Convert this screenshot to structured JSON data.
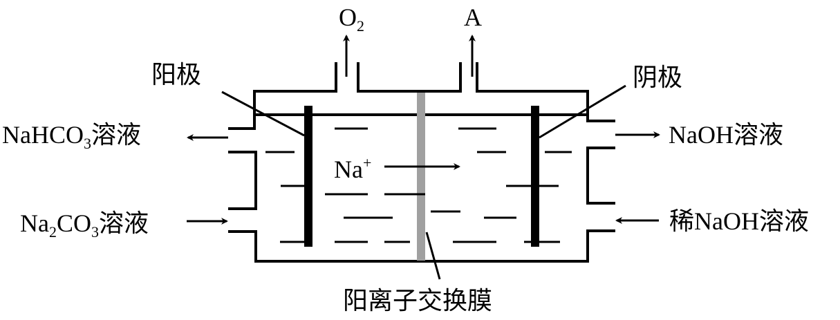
{
  "diagram": {
    "type": "electrolytic-cell",
    "colors": {
      "line": "#000000",
      "membrane": "#a0a0a0",
      "background": "#ffffff"
    },
    "labels": {
      "gas_left": {
        "main": "O",
        "sub": "2"
      },
      "gas_right": {
        "main": "A"
      },
      "anode": "阳极",
      "cathode": "阴极",
      "outlet_left": {
        "pre": "NaHCO",
        "sub": "3",
        "post": "溶液"
      },
      "inlet_left": {
        "pre": "Na",
        "sub1": "2",
        "mid": "CO",
        "sub2": "3",
        "post": "溶液"
      },
      "outlet_right": "NaOH溶液",
      "inlet_right": "稀NaOH溶液",
      "ion": {
        "main": "Na",
        "sup": "+"
      },
      "membrane": "阳离子交换膜"
    },
    "flows": [
      {
        "name": "NaHCO3 solution",
        "direction": "out",
        "side": "left"
      },
      {
        "name": "Na2CO3 solution",
        "direction": "in",
        "side": "left"
      },
      {
        "name": "NaOH solution",
        "direction": "out",
        "side": "right"
      },
      {
        "name": "dilute NaOH solution",
        "direction": "in",
        "side": "right"
      },
      {
        "name": "O2",
        "direction": "out",
        "side": "top-left"
      },
      {
        "name": "A",
        "direction": "out",
        "side": "top-right"
      },
      {
        "name": "Na+",
        "direction": "left-to-right",
        "through": "cation exchange membrane"
      }
    ]
  }
}
